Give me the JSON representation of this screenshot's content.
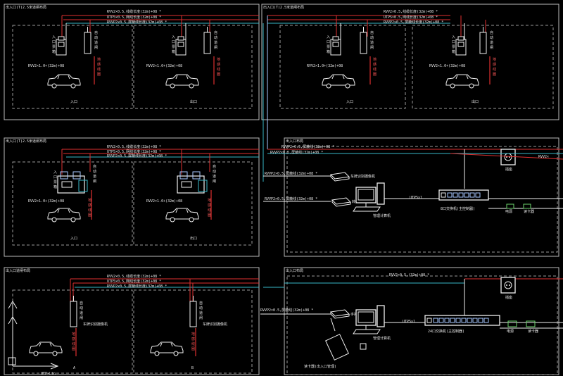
{
  "colors": {
    "background": "#000000",
    "frame": "#bdbdbd",
    "dashed": "#9a9a9a",
    "red": "#e03030",
    "cyan": "#39b7c8",
    "white": "#f0f0f0",
    "pale_blue": "#a8c8ff"
  },
  "panels": {
    "top_left_title": "出入口(T)2.5米道闸布局",
    "top_right_title": "出入口(T)2.5米道闸布局",
    "mid_left_title": "出入口(T)2.5米道闸布局",
    "mid_right_title": "出入口布局",
    "bottom_left_title": "出入口道闸布局",
    "bottom_right_title": "出入口布局"
  },
  "cables": {
    "rvv_4": "RVV2×0.5,线缆长度(32m)+08 *",
    "utp_4": "UTP5×0.5,网线长度(32m)+08 *",
    "rvvp_4": "RVVP2×0.5,屏蔽线长度(32m)+08 *",
    "rvv_3": "RVV2×0.5,线缆长度(32m)+08 *",
    "utp_3": "UTP5×0.5,网线长度(32m)+08 *",
    "rvvp_3": "RVVP2×0.5,屏蔽线长度(32m)+08 *",
    "rvv_7": "RVV2×0.5,线缆长度(32m)+08 *",
    "utp_7": "UTP5×0.5,网线长度(32m)+08 *",
    "rvvp_7": "RVVP2×0.5,屏蔽线长度(32m)+08 *",
    "rvvp_mid_a": "RVVP2×0.5,屏蔽线(32m)+08 *",
    "rvvp_mid_b": "RVVP2×0.5,屏蔽线(32m)+08 *",
    "rvvp_bot": "RVVP2×0.5,屏蔽线(32m)+08 *",
    "rvv_right_mid": "RVV2×",
    "rvv_bot_right": "RVV2×0.5,(32m)+08 *",
    "utp_short_1": "UTP5×1",
    "utp_short_2": "UTP5×1"
  },
  "labels": {
    "rvv_loop": "RVV2×1.0+(32m)+08",
    "entrance": "入口",
    "exit": "出口",
    "ticket_machine": "入口票箱",
    "barrier": "自动道闸",
    "detector": "地感线圈",
    "socket": "插座",
    "computer": "管理计算机",
    "switch": "8口交换机(主控制器)",
    "switch_bot": "24口交换机(主控制器)",
    "reader": "读卡器",
    "camera_note_1": "车牌识别摄像机",
    "camera_note_2": "车牌识别摄像机",
    "reader_note": "读卡器(出入口管理)",
    "handheld": "手持机",
    "converter": "转换器",
    "power": "电源",
    "n_a": "A",
    "n_b": "B",
    "status": "UTP-Lin"
  }
}
